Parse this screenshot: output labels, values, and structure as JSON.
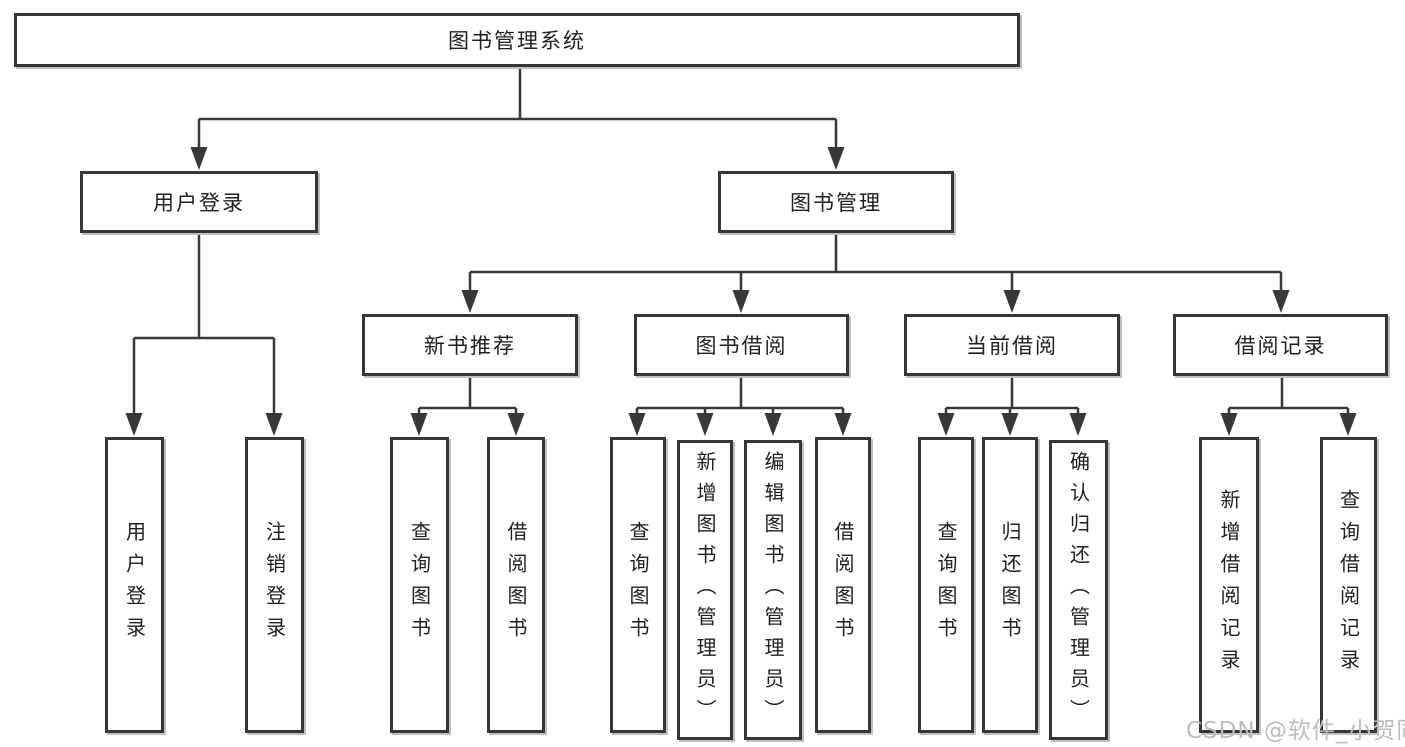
{
  "canvas": {
    "background": "#ffffff",
    "line_color": "#383838",
    "border_color": "#363636",
    "text_color": "#1f1f1f"
  },
  "tree": {
    "root": {
      "label": "图书管理系统",
      "children": [
        {
          "label": "用户登录",
          "children": [
            {
              "label": "用户登录"
            },
            {
              "label": "注销登录"
            }
          ]
        },
        {
          "label": "图书管理",
          "children": [
            {
              "label": "新书推荐",
              "children": [
                {
                  "label": "查询图书"
                },
                {
                  "label": "借阅图书"
                }
              ]
            },
            {
              "label": "图书借阅",
              "children": [
                {
                  "label": "查询图书"
                },
                {
                  "label": "新增图书（管理员）"
                },
                {
                  "label": "编辑图书（管理员）"
                },
                {
                  "label": "借阅图书"
                }
              ]
            },
            {
              "label": "当前借阅",
              "children": [
                {
                  "label": "查询图书"
                },
                {
                  "label": "归还图书"
                },
                {
                  "label": "确认归还（管理员）"
                }
              ]
            },
            {
              "label": "借阅记录",
              "children": [
                {
                  "label": "新增借阅记录"
                },
                {
                  "label": "查询借阅记录"
                }
              ]
            }
          ]
        }
      ]
    }
  },
  "watermark": {
    "text": "CSDN @软件_小贺同学",
    "color": "#bdbdbd"
  }
}
